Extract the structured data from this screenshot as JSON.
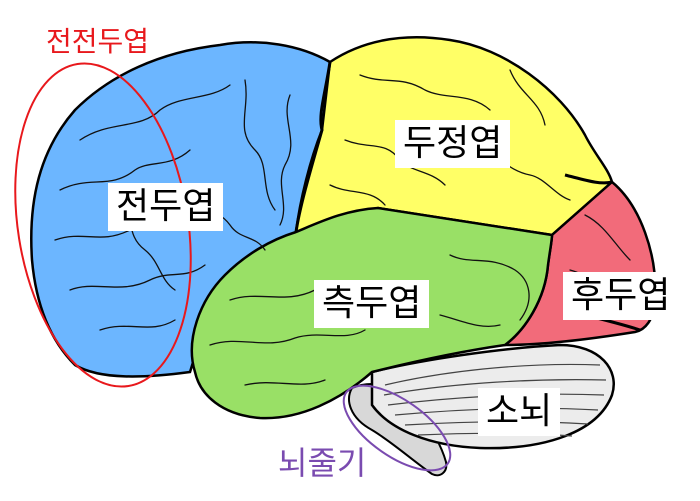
{
  "labels": {
    "frontal": "전두엽",
    "parietal": "두정엽",
    "temporal": "측두엽",
    "occipital": "후두엽",
    "cerebellum": "소뇌",
    "prefrontal": "전전두엽",
    "brainstem": "뇌줄기"
  },
  "colors": {
    "frontal": "#6cb6ff",
    "parietal": "#ffff66",
    "temporal": "#99e066",
    "occipital": "#f26b7a",
    "cerebellum": "#ececec",
    "prefrontal_annotation": "#e8181c",
    "brainstem_annotation": "#7a4bb0",
    "outline": "#000000"
  }
}
